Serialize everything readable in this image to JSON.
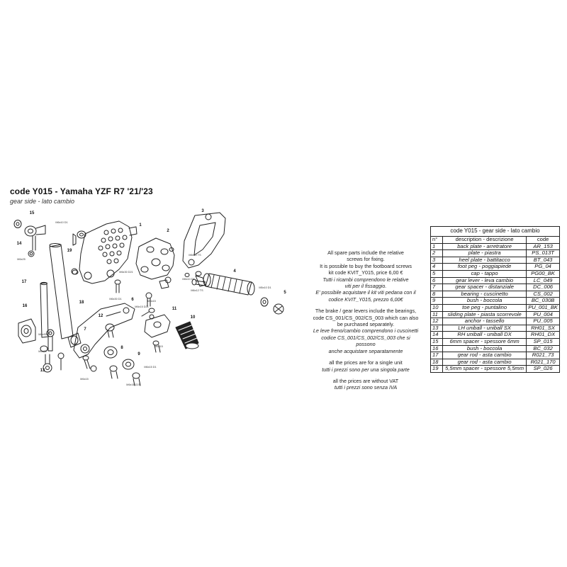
{
  "header": {
    "title": "code Y015 - Yamaha YZF R7 '21/'23",
    "subtitle": "gear side - lato cambio"
  },
  "notes": [
    {
      "text": "All spare parts include the relative",
      "italic": false
    },
    {
      "text": "screws for fixing.",
      "italic": false
    },
    {
      "text": "It is possible to buy the footboard screws",
      "italic": false
    },
    {
      "text": "kit code KVIT_Y015, price 6,00 €",
      "italic": false
    },
    {
      "text": "Tutti i ricambi comprendono le relative",
      "italic": true
    },
    {
      "text": "viti per il fissaggio.",
      "italic": true
    },
    {
      "text": "E' possibile acquistare il kit viti pedana con il",
      "italic": true
    },
    {
      "text": "codice KVIT_Y015, prezzo 6,00€",
      "italic": true
    },
    {
      "text": "",
      "italic": false
    },
    {
      "text": "The brake / gear levers include the bearings,",
      "italic": false
    },
    {
      "text": "code CS_001/CS_002/CS_003 which can also",
      "italic": false
    },
    {
      "text": "be purchased separately.",
      "italic": false
    },
    {
      "text": "Le leve freno/cambio comprendono i cuscinetti",
      "italic": true
    },
    {
      "text": "codice CS_001/CS_002/CS_003 che si possono",
      "italic": true
    },
    {
      "text": "anche acquistare separatamente",
      "italic": true
    },
    {
      "text": "",
      "italic": false
    },
    {
      "text": "all the prices are for a single unit",
      "italic": false
    },
    {
      "text": "tutti i prezzi sono per una singola parte",
      "italic": true
    },
    {
      "text": "",
      "italic": false
    },
    {
      "text": "all the prices are without VAT",
      "italic": false
    },
    {
      "text": "tutti i prezzi sono senza IVA",
      "italic": true
    }
  ],
  "parts_table": {
    "title": "code Y015 - gear side - lato cambio",
    "headers": [
      "n°",
      "description - descrizione",
      "code"
    ],
    "rows": [
      [
        "1",
        "back plate - arretratore",
        "AR_153"
      ],
      [
        "2",
        "plate - piastra",
        "PS_013T"
      ],
      [
        "3",
        "heel plate - battitacco",
        "BT_043"
      ],
      [
        "4",
        "foot peg - poggiapiede",
        "PG_04"
      ],
      [
        "5",
        "cap - tappo",
        "PG00_BK"
      ],
      [
        "6",
        "gear lever - leva cambio",
        "LC_049"
      ],
      [
        "7",
        "gear spacer - distanziale",
        "DC_006"
      ],
      [
        "8",
        "bearing - cuscinetto",
        "CS_002"
      ],
      [
        "9",
        "bush - boccola",
        "BC_030B"
      ],
      [
        "10",
        "toe peg - puntalino",
        "PU_001_BK"
      ],
      [
        "11",
        "sliding plate - piasta scorrevole",
        "PU_004"
      ],
      [
        "12",
        "anchor - tassello",
        "PU_005"
      ],
      [
        "13",
        "LH uniball - uniball SX",
        "RH01_SX"
      ],
      [
        "14",
        "RH uniball - uniball DX",
        "RH01_DX"
      ],
      [
        "15",
        "6mm spacer - spessore 6mm",
        "SP_015"
      ],
      [
        "16",
        "bush - boccola",
        "BC_032"
      ],
      [
        "17",
        "gear rod - asta cambio",
        "R021_73"
      ],
      [
        "18",
        "gear rod - asta cambio",
        "R021_170"
      ],
      [
        "19",
        "5,5mm spacer - spessore 5,5mm",
        "SP_026"
      ]
    ]
  },
  "diagram": {
    "part_labels": [
      "1",
      "2",
      "3",
      "4",
      "5",
      "6",
      "7",
      "8",
      "9",
      "10",
      "11",
      "12",
      "13",
      "14",
      "15",
      "16",
      "17",
      "18",
      "19"
    ],
    "screw_labels": [
      "M6x10 D1",
      "M6x25",
      "M6x30 D21",
      "M6x12 TS",
      "M6x12 TS",
      "M5x10 D1",
      "M6x30 D1",
      "M6x10 D1",
      "M6x15",
      "M6x15 D21",
      "M6x15 D1",
      "M6x15",
      "M6x30",
      "M6x20",
      "M6x15",
      "M6x16 D21"
    ]
  }
}
